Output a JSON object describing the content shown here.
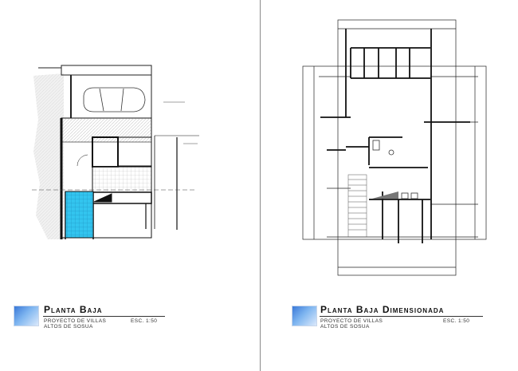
{
  "sheets": [
    {
      "title": "Planta Baja",
      "project_line1": "PROYECTO DE VILLAS",
      "project_line2": "ALTOS DE SOSUA",
      "scale": "ESC. 1:50"
    },
    {
      "title": "Planta Baja Dimensionada",
      "project_line1": "PROYECTO DE VILLAS",
      "project_line2": "ALTOS DE SOSUA",
      "scale": "ESC. 1:50"
    }
  ],
  "colors": {
    "pool": "#33c4ee",
    "terrain": "#e4e4e4",
    "logo": "#3a78d8"
  }
}
